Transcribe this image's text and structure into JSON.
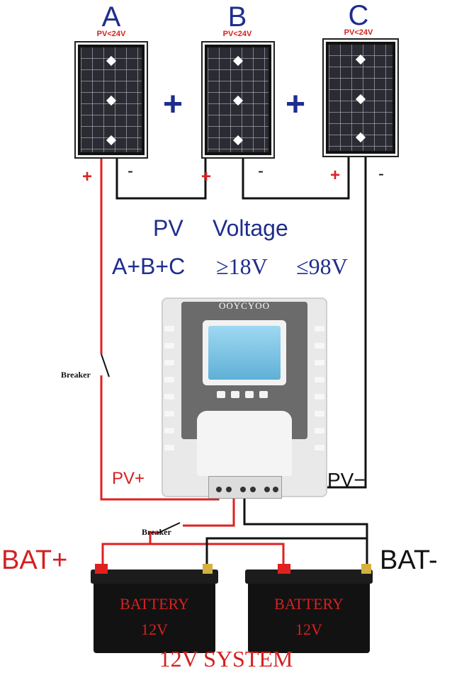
{
  "panels": [
    {
      "letter": "A",
      "note": "PV<24V"
    },
    {
      "letter": "B",
      "note": "PV<24V"
    },
    {
      "letter": "C",
      "note": "PV<24V"
    }
  ],
  "series_plus": [
    "+",
    "+"
  ],
  "terminal_signs": {
    "positive": "+",
    "negative": "-"
  },
  "pv_heading": {
    "word1": "PV",
    "word2": "Voltage"
  },
  "formula": {
    "sum": "A+B+C",
    "min": "≥18V",
    "max": "≤98V"
  },
  "breaker_label": "Breaker",
  "controller": {
    "brand": "OOYCYOO"
  },
  "controller_terminals": {
    "pv_pos": "PV+",
    "pv_neg": "PV−"
  },
  "battery_terminals": {
    "pos": "BAT+",
    "neg": "BAT-"
  },
  "batteries": [
    {
      "line1": "BATTERY",
      "line2": "12V"
    },
    {
      "line1": "BATTERY",
      "line2": "12V"
    }
  ],
  "system_label": "12V SYSTEM",
  "colors": {
    "positive_wire": "#e02020",
    "negative_wire": "#111111",
    "heading_blue": "#1f2d8c",
    "label_red": "#d42020"
  }
}
